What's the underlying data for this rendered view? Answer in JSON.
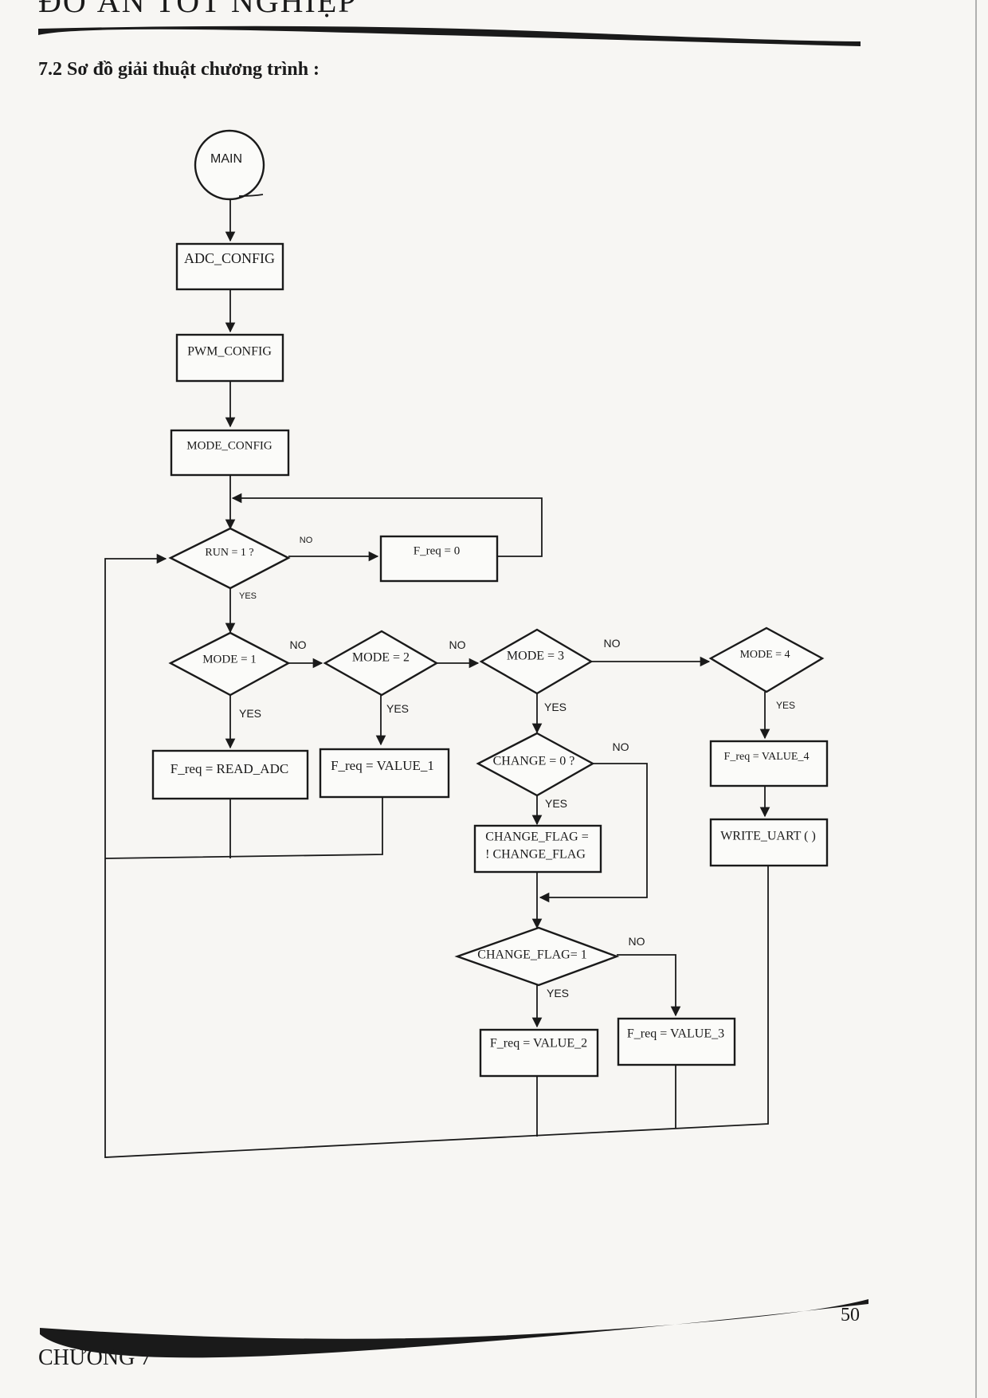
{
  "page": {
    "header": "ĐỒ ÁN TỐT NGHIỆP",
    "section_title": "7.2 Sơ đồ giải thuật chương trình :",
    "page_number": "50",
    "chapter": "CHƯƠNG 7"
  },
  "flowchart": {
    "start": "MAIN",
    "adc_config": "ADC_CONFIG",
    "pwm_config": "PWM_CONFIG",
    "mode_config": "MODE_CONFIG",
    "run_check": "RUN = 1 ?",
    "freq_zero": "F_req = 0",
    "mode1": "MODE = 1",
    "mode2": "MODE = 2",
    "mode3": "MODE = 3",
    "mode4": "MODE = 4",
    "read_adc": "F_req = READ_ADC",
    "value1": "F_req = VALUE_1",
    "change_check": "CHANGE = 0 ?",
    "toggle_line1": "CHANGE_FLAG =",
    "toggle_line2": "! CHANGE_FLAG",
    "flag_check": "CHANGE_FLAG= 1",
    "value2": "F_req = VALUE_2",
    "value3": "F_req = VALUE_3",
    "value4": "F_req = VALUE_4",
    "write_uart": "WRITE_UART ( )",
    "yes": "YES",
    "no": "NO"
  }
}
